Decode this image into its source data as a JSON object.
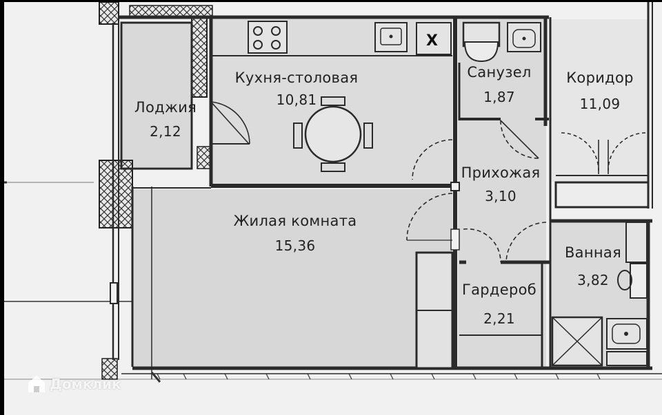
{
  "rooms": {
    "kitchen": {
      "name": "Кухня-столовая",
      "area": "10,81"
    },
    "loggia": {
      "name": "Лоджия",
      "area": "2,12"
    },
    "bathroom_wc": {
      "name": "Санузел",
      "area": "1,87"
    },
    "corridor": {
      "name": "Коридор",
      "area": "11,09"
    },
    "hallway": {
      "name": "Прихожая",
      "area": "3,10"
    },
    "living": {
      "name": "Жилая комната",
      "area": "15,36"
    },
    "bath": {
      "name": "Ванная",
      "area": "3,82"
    },
    "wardrobe": {
      "name": "Гардероб",
      "area": "2,21"
    }
  },
  "kitchen_mark": "X",
  "watermark": {
    "brand": "Домклик",
    "icon": "house-icon"
  },
  "colors": {
    "background": "#f1f1f1",
    "room_fill": "#dcdcdc",
    "wall": "#2a2a2a",
    "frame": "#000000"
  }
}
